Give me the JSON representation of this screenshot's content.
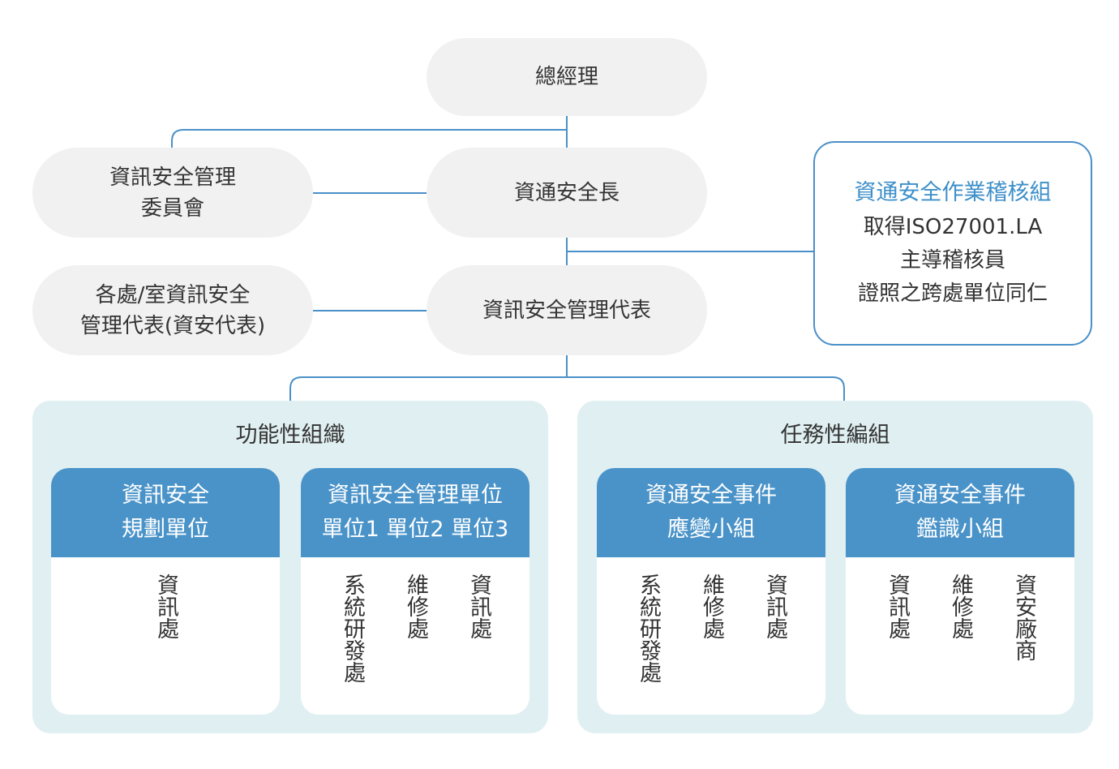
{
  "nodes": {
    "gm": "總經理",
    "committee": [
      "資訊安全管理",
      "委員會"
    ],
    "ciso": "資通安全長",
    "dept_reps": [
      "各處/室資訊安全",
      "管理代表(資安代表)"
    ],
    "isms_rep": "資訊安全管理代表"
  },
  "audit": {
    "title": "資通安全作業稽核組",
    "lines": [
      "取得ISO27001.LA",
      "主導稽核員",
      "證照之跨處單位同仁"
    ]
  },
  "groups": [
    {
      "title": "功能性組織",
      "cards": [
        {
          "head": [
            "資訊安全",
            "規劃單位"
          ],
          "members": [
            "資訊處"
          ]
        },
        {
          "head": [
            "資訊安全管理單位",
            "單位1 單位2 單位3"
          ],
          "members": [
            "系統研發處",
            "維修處",
            "資訊處"
          ]
        }
      ]
    },
    {
      "title": "任務性編組",
      "cards": [
        {
          "head": [
            "資通安全事件",
            "應變小組"
          ],
          "members": [
            "系統研發處",
            "維修處",
            "資訊處"
          ]
        },
        {
          "head": [
            "資通安全事件",
            "鑑識小組"
          ],
          "members": [
            "資訊處",
            "維修處",
            "資安廠商"
          ]
        }
      ]
    }
  ],
  "colors": {
    "line": "#4a90c8",
    "pill": "#f1f1f1",
    "group_bg": "#e0eff1",
    "card_head": "#4a93c9",
    "audit_title": "#3d8fc9"
  }
}
